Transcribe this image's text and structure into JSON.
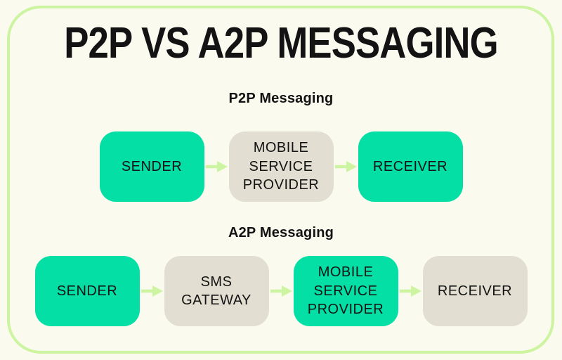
{
  "title": "P2P VS A2P MESSAGING",
  "colors": {
    "background": "#fbfaef",
    "accent_green": "#cdf4a0",
    "teal": "#04dfa6",
    "node_gray": "#e2dfd2",
    "text": "#131313"
  },
  "icons": {
    "arrow": "arrow-right-icon"
  },
  "sections": [
    {
      "label": "P2P Messaging",
      "nodes": [
        {
          "label": "SENDER",
          "variant": "teal"
        },
        {
          "label": "MOBILE SERVICE PROVIDER",
          "variant": "gray"
        },
        {
          "label": "RECEIVER",
          "variant": "teal"
        }
      ]
    },
    {
      "label": "A2P Messaging",
      "nodes": [
        {
          "label": "SENDER",
          "variant": "teal"
        },
        {
          "label": "SMS GATEWAY",
          "variant": "gray"
        },
        {
          "label": "MOBILE SERVICE PROVIDER",
          "variant": "teal"
        },
        {
          "label": "RECEIVER",
          "variant": "gray"
        }
      ]
    }
  ]
}
